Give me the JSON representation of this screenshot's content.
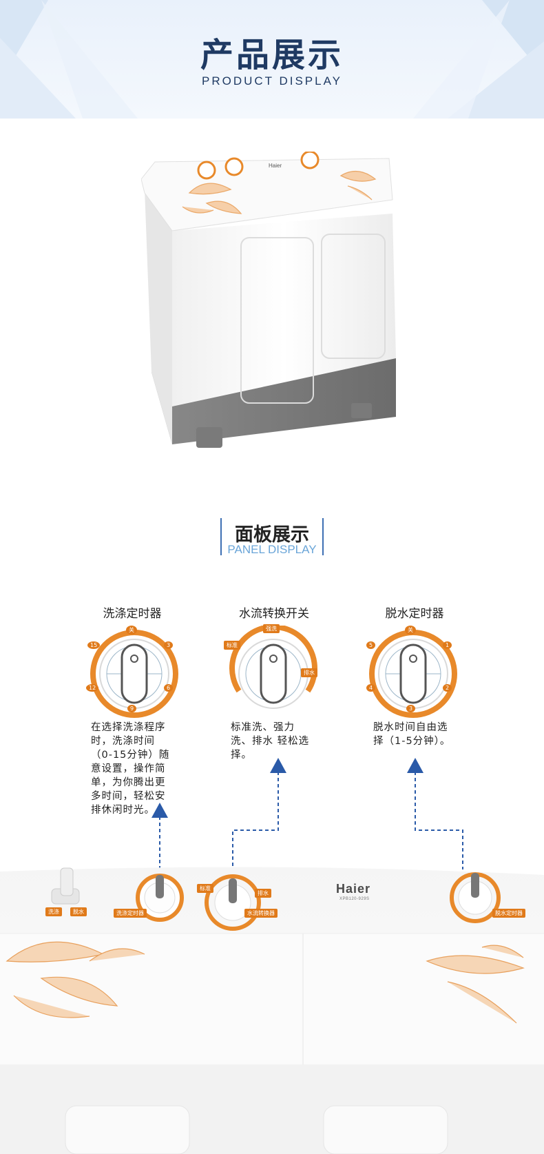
{
  "header": {
    "title": "产品展示",
    "subtitle": "PRODUCT DISPLAY"
  },
  "panel": {
    "title": "面板展示",
    "subtitle": "PANEL DISPLAY"
  },
  "dials": [
    {
      "label": "洗涤定时器",
      "marks": [
        "关",
        "3",
        "6",
        "9",
        "12",
        "15"
      ],
      "description": "在选择洗涤程序时，洗涤时间（0-15分钟）随意设置，操作简单，为你腾出更多时间，轻松安排休闲时光。",
      "description_lines": [
        "在选择洗涤程序",
        "时，洗涤时间",
        "（0-15分钟）随",
        "意设置，操作简",
        "单，为你腾出更",
        "多时间，轻松安",
        "排休闲时光。"
      ]
    },
    {
      "label": "水流转换开关",
      "marks": [
        "强洗",
        "排水",
        "标准"
      ],
      "description": "标准洗、强力洗、排水 轻松选择。",
      "description_lines": [
        "标准洗、强力",
        "洗、排水 轻松选",
        "择。"
      ]
    },
    {
      "label": "脱水定时器",
      "marks": [
        "关",
        "1",
        "2",
        "3",
        "4",
        "5"
      ],
      "description": "脱水时间自由选择（1-5分钟）。",
      "description_lines": [
        "脱水时间自由选",
        "择（1-5分钟）。"
      ]
    }
  ],
  "control_panel": {
    "brand": "Haier",
    "model": "XPB120-929S",
    "tags": {
      "wash": "洗涤",
      "spin": "脱水",
      "wash_timer": "洗涤定时器",
      "water_switch": "水流转换器",
      "spin_timer": "脱水定时器",
      "standard": "标准",
      "drain": "排水"
    }
  },
  "colors": {
    "accent": "#e8892a",
    "arrow": "#2a5aa8",
    "title": "#1f3a63",
    "panel_sub": "#6aa5d8"
  }
}
